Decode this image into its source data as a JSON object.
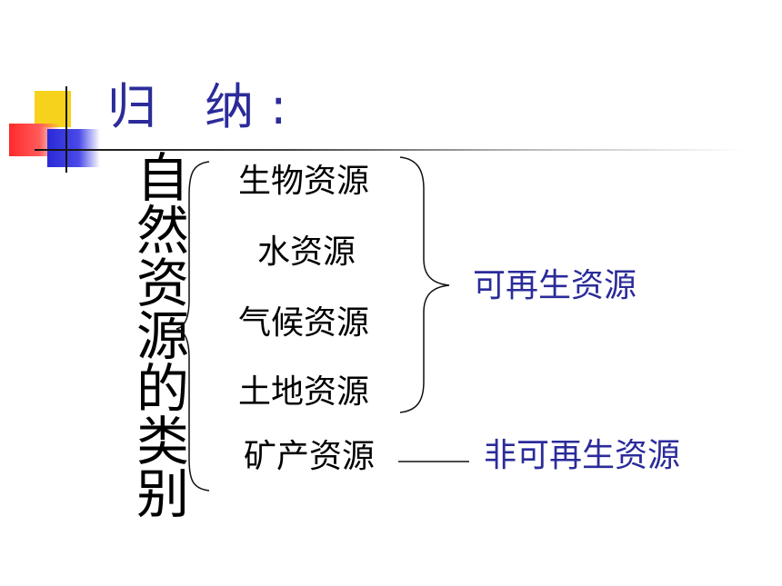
{
  "title": "归 纳:",
  "vertical_label": "自然资源的类别",
  "resources": [
    {
      "label": "生物资源"
    },
    {
      "label": "水资源"
    },
    {
      "label": "气候资源"
    },
    {
      "label": "土地资源"
    },
    {
      "label": "矿产资源"
    }
  ],
  "categories": {
    "renewable": "可再生资源",
    "nonrenewable": "非可再生资源"
  },
  "colors": {
    "accent_blue": "#2b2b9a",
    "yellow": "#f7d21c",
    "red": "#ff2a2a",
    "blue": "#2a2ad7",
    "text": "#000000"
  }
}
